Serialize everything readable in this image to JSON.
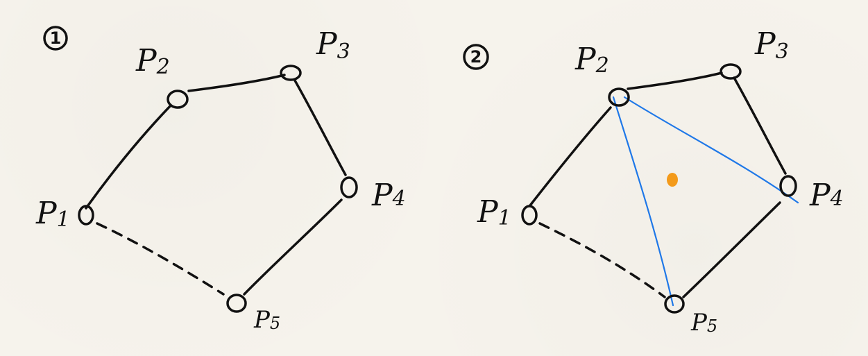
{
  "panels": [
    {
      "number": "1",
      "vertices": [
        {
          "main": "P",
          "sub": "1"
        },
        {
          "main": "P",
          "sub": "2"
        },
        {
          "main": "P",
          "sub": "3"
        },
        {
          "main": "P",
          "sub": "4"
        },
        {
          "main": "P",
          "sub": "5"
        }
      ]
    },
    {
      "number": "2",
      "vertices": [
        {
          "main": "P",
          "sub": "1"
        },
        {
          "main": "P",
          "sub": "2"
        },
        {
          "main": "P",
          "sub": "3"
        },
        {
          "main": "P",
          "sub": "4"
        },
        {
          "main": "P",
          "sub": "5"
        }
      ]
    }
  ],
  "colors": {
    "ink": "#111111",
    "triangle": "#1f78e8",
    "centroid": "#f39a1a",
    "paper": "#f6f3ec"
  }
}
